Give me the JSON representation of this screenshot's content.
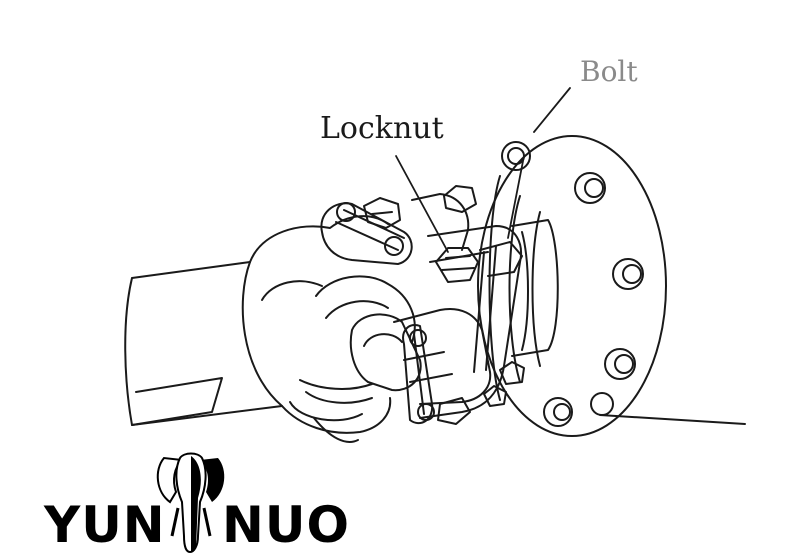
{
  "labels": {
    "bolt": "Bolt",
    "locknut": "Locknut"
  },
  "logo": {
    "text_left": "YUN",
    "text_right": "NUO",
    "icon": "elephant-icon"
  },
  "colors": {
    "line": "#1a1a1a",
    "bolt_label": "#8a8a8a",
    "background": "#ffffff"
  }
}
